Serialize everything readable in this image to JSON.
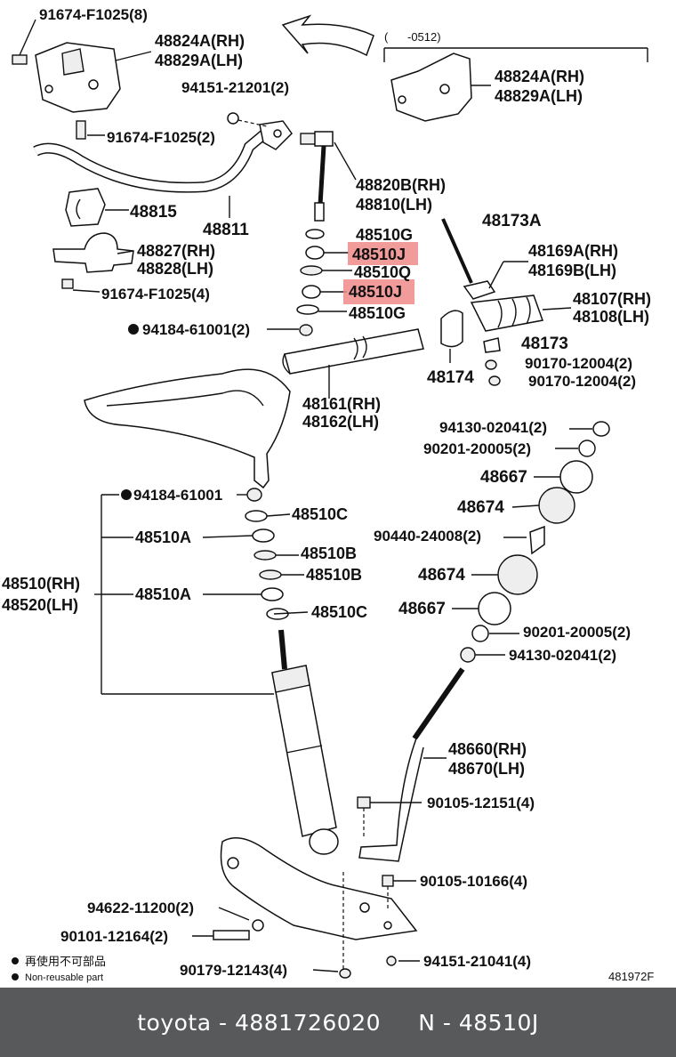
{
  "labels": {
    "l01": "91674-F1025(8)",
    "l02": "48824A(RH)",
    "l03": "48829A(LH)",
    "l04": "(      -0512)",
    "l05": "48824A(RH)",
    "l06": "48829A(LH)",
    "l07": "94151-21201(2)",
    "l08": "91674-F1025(2)",
    "l09": "48820B(RH)",
    "l10": "48810(LH)",
    "l11": "48815",
    "l12": "48811",
    "l13": "48173A",
    "l14": "48510G",
    "l15": "48827(RH)",
    "l16": "48828(LH)",
    "l17": "48510J",
    "l18": "48169A(RH)",
    "l19": "48169B(LH)",
    "l20": "48510Q",
    "l21": "91674-F1025(4)",
    "l22": "48510J",
    "l23": "48107(RH)",
    "l24": "48108(LH)",
    "l25": "48510G",
    "l26": "94184-61001(2)",
    "l27": "48173",
    "l28": "90170-12004(2)",
    "l29": "48174",
    "l30": "90170-12004(2)",
    "l31": "48161(RH)",
    "l32": "48162(LH)",
    "l33": "94130-02041(2)",
    "l34": "90201-20005(2)",
    "l35": "48667",
    "l36": "94184-61001",
    "l37": "48674",
    "l38": "48510C",
    "l39": "48510A",
    "l40": "90440-24008(2)",
    "l41": "48510B",
    "l42": "48674",
    "l43": "48510B",
    "l44": "48510(RH)",
    "l45": "48520(LH)",
    "l46": "48510A",
    "l47": "48667",
    "l48": "48510C",
    "l49": "90201-20005(2)",
    "l50": "94130-02041(2)",
    "l51": "48660(RH)",
    "l52": "48670(LH)",
    "l53": "90105-12151(4)",
    "l54": "90105-10166(4)",
    "l55": "94622-11200(2)",
    "l56": "90101-12164(2)",
    "l57": "94151-21041(4)",
    "l58": "90179-12143(4)"
  },
  "legend": {
    "jp": "再使用不可部品",
    "en": "Non-reusable part"
  },
  "diagram_code": "481972F",
  "footer": "toyota - 4881726020     N - 48510J",
  "colors": {
    "highlight": "#f08a8a",
    "footer_bg": "#58595b",
    "footer_text": "#ffffff"
  }
}
